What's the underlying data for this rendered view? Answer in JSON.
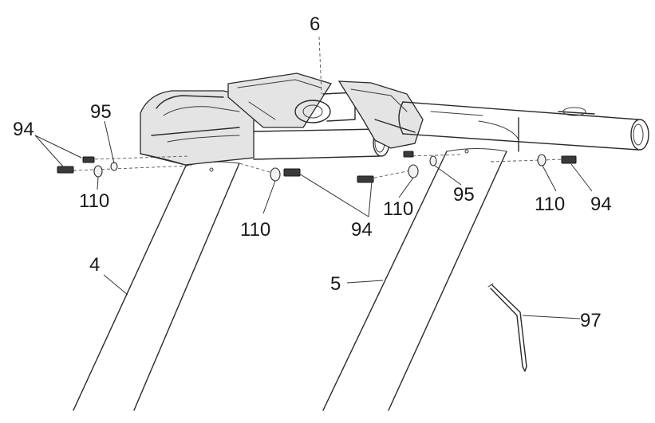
{
  "labels": {
    "part_6": "6",
    "part_94_a": "94",
    "part_95_a": "95",
    "part_110_a": "110",
    "part_110_b": "110",
    "part_94_b": "94",
    "part_110_c": "110",
    "part_95_b": "95",
    "part_110_d": "110",
    "part_94_c": "94",
    "part_4": "4",
    "part_5": "5",
    "part_97": "97"
  },
  "colors": {
    "line": "#2a2a2a",
    "fill_light": "#e4e4e4",
    "background": "#ffffff"
  }
}
